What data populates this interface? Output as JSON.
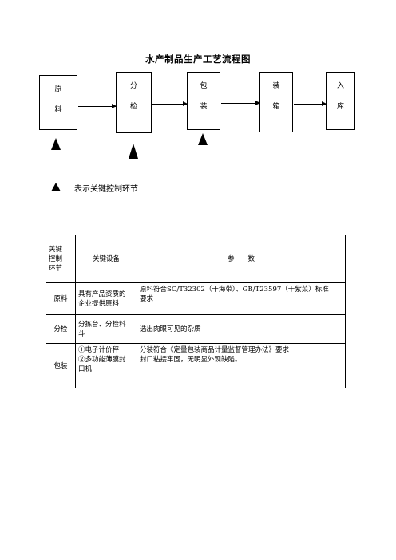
{
  "title": "水产制品生产工艺流程图",
  "flow": {
    "steps": [
      {
        "chars": [
          "原",
          "料"
        ]
      },
      {
        "chars": [
          "分",
          "检"
        ]
      },
      {
        "chars": [
          "包",
          "装"
        ]
      },
      {
        "chars": [
          "装",
          "箱"
        ]
      },
      {
        "chars": [
          "入",
          "库"
        ]
      }
    ]
  },
  "legend": {
    "text": "表示关键控制环节"
  },
  "table": {
    "header": {
      "col1": [
        "关键",
        "控制",
        "环节"
      ],
      "col2": "关键设备",
      "col3": "参　　数"
    },
    "rows": [
      {
        "step": "原料",
        "equipment": [
          "具有产品资质的",
          "企业提供原料"
        ],
        "params": [
          "原料符合SC/T32302（干海带）、GB/T23597（干紫菜）标准",
          "要求"
        ]
      },
      {
        "step": "分检",
        "equipment": [
          "分拣台、分检料",
          "斗"
        ],
        "params": [
          "选出肉眼可见的杂质"
        ]
      },
      {
        "step": "包装",
        "equipment": [
          "①电子计价秤",
          "②多功能薄膜封",
          "口机"
        ],
        "params": [
          "分装符合《定量包装商品计量监督管理办法》要求",
          "封口粘接牢固，无明显外观缺陷。"
        ]
      }
    ]
  }
}
